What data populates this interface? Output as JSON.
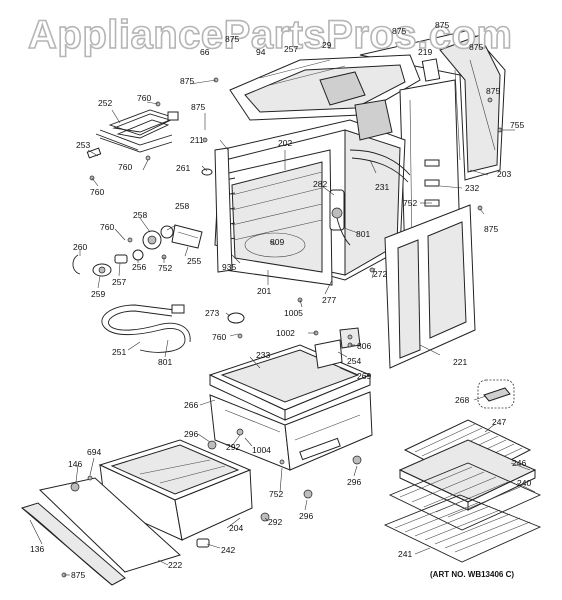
{
  "watermark": "AppliancePartsPros.com",
  "art_number": "(ART NO. WB13406 C)",
  "callouts": [
    {
      "id": "c875a",
      "text": "875"
    },
    {
      "id": "c875b",
      "text": "875"
    },
    {
      "id": "c875c",
      "text": "875"
    },
    {
      "id": "c875d",
      "text": "875"
    },
    {
      "id": "c875e",
      "text": "875"
    },
    {
      "id": "c875f",
      "text": "875"
    },
    {
      "id": "c875g",
      "text": "875"
    },
    {
      "id": "c875h",
      "text": "875"
    },
    {
      "id": "c66",
      "text": "66"
    },
    {
      "id": "c94",
      "text": "94"
    },
    {
      "id": "c257",
      "text": "257"
    },
    {
      "id": "c29",
      "text": "29"
    },
    {
      "id": "c219",
      "text": "219"
    },
    {
      "id": "c755",
      "text": "755"
    },
    {
      "id": "c211",
      "text": "211"
    },
    {
      "id": "c203",
      "text": "203"
    },
    {
      "id": "c202",
      "text": "202"
    },
    {
      "id": "c231",
      "text": "231"
    },
    {
      "id": "c232",
      "text": "232"
    },
    {
      "id": "c752a",
      "text": "752"
    },
    {
      "id": "c252",
      "text": "252"
    },
    {
      "id": "c760a",
      "text": "760"
    },
    {
      "id": "c253",
      "text": "253"
    },
    {
      "id": "c760b",
      "text": "760"
    },
    {
      "id": "c760c",
      "text": "760"
    },
    {
      "id": "c261",
      "text": "261"
    },
    {
      "id": "c282",
      "text": "282"
    },
    {
      "id": "c801a",
      "text": "801"
    },
    {
      "id": "c809",
      "text": "809"
    },
    {
      "id": "c935",
      "text": "935"
    },
    {
      "id": "c201",
      "text": "201"
    },
    {
      "id": "c277",
      "text": "277"
    },
    {
      "id": "c272",
      "text": "272"
    },
    {
      "id": "c760d",
      "text": "760"
    },
    {
      "id": "c258a",
      "text": "258"
    },
    {
      "id": "c258b",
      "text": "258"
    },
    {
      "id": "c260",
      "text": "260"
    },
    {
      "id": "c256",
      "text": "256"
    },
    {
      "id": "c752b",
      "text": "752"
    },
    {
      "id": "c255",
      "text": "255"
    },
    {
      "id": "c257b",
      "text": "257"
    },
    {
      "id": "c259",
      "text": "259"
    },
    {
      "id": "c1005",
      "text": "1005"
    },
    {
      "id": "c273",
      "text": "273"
    },
    {
      "id": "c760e",
      "text": "760"
    },
    {
      "id": "c1002",
      "text": "1002"
    },
    {
      "id": "c806",
      "text": "806"
    },
    {
      "id": "c254",
      "text": "254"
    },
    {
      "id": "c221",
      "text": "221"
    },
    {
      "id": "c251",
      "text": "251"
    },
    {
      "id": "c801b",
      "text": "801"
    },
    {
      "id": "c233",
      "text": "233"
    },
    {
      "id": "c269",
      "text": "269"
    },
    {
      "id": "c266",
      "text": "266"
    },
    {
      "id": "c268",
      "text": "268"
    },
    {
      "id": "c247",
      "text": "247"
    },
    {
      "id": "c296a",
      "text": "296"
    },
    {
      "id": "c292a",
      "text": "292"
    },
    {
      "id": "c1004",
      "text": "1004"
    },
    {
      "id": "c146",
      "text": "146"
    },
    {
      "id": "c694",
      "text": "694"
    },
    {
      "id": "c296b",
      "text": "296"
    },
    {
      "id": "c246",
      "text": "246"
    },
    {
      "id": "c240",
      "text": "240"
    },
    {
      "id": "c752c",
      "text": "752"
    },
    {
      "id": "c296c",
      "text": "296"
    },
    {
      "id": "c292b",
      "text": "292"
    },
    {
      "id": "c204",
      "text": "204"
    },
    {
      "id": "c136",
      "text": "136"
    },
    {
      "id": "c222",
      "text": "222"
    },
    {
      "id": "c242",
      "text": "242"
    },
    {
      "id": "c241",
      "text": "241"
    },
    {
      "id": "c875i",
      "text": "875"
    }
  ]
}
